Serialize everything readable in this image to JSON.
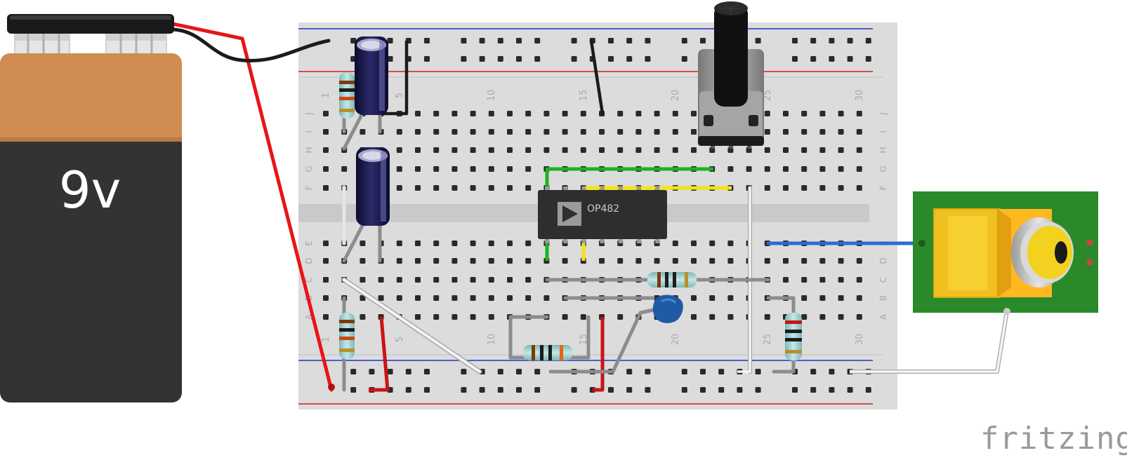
{
  "battery": {
    "voltage_label": "9v"
  },
  "breadboard": {
    "column_labels": [
      "1",
      "5",
      "10",
      "15",
      "20",
      "25",
      "30"
    ],
    "row_labels_top": [
      "J",
      "I",
      "H",
      "G",
      "F"
    ],
    "row_labels_bottom": [
      "E",
      "D",
      "C",
      "B",
      "A"
    ]
  },
  "ic": {
    "part_label": "OP482"
  },
  "brand": {
    "name": "fritzing"
  },
  "colors": {
    "wire_red": "#e8141a",
    "wire_black": "#1c1c1c",
    "wire_green": "#1cb31c",
    "wire_yellow": "#f2e60c",
    "wire_blue": "#2a6bd0",
    "wire_white": "#f4f4f4",
    "wire_grey": "#8c8c8c",
    "board": "#dcdcdc",
    "pcb_green": "#2a8a2a"
  }
}
